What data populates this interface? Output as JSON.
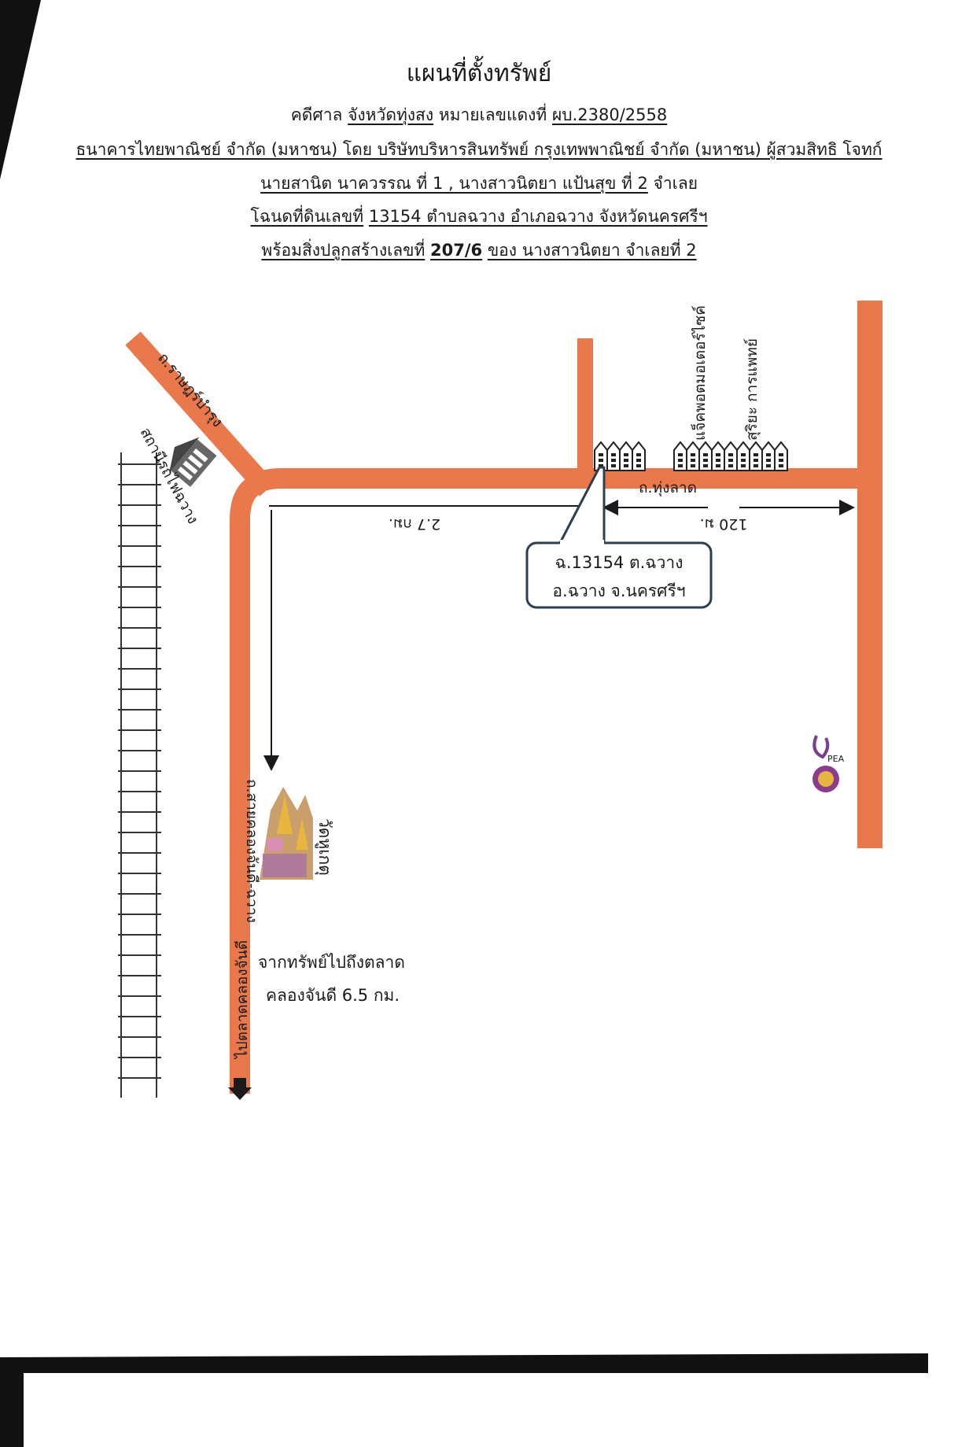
{
  "title": "แผนที่ตั้งทรัพย์",
  "case": {
    "prefix": "คดีศาล",
    "court": "จังหวัดทุ่งสง",
    "number_label": "หมายเลขแดงที่",
    "number": "ผบ.2380/2558"
  },
  "plaintiff_line": "ธนาคารไทยพาณิชย์ จำกัด (มหาชน) โดย บริษัทบริหารสินทรัพย์ กรุงเทพพาณิชย์ จำกัด (มหาชน) ผู้สวมสิทธิ โจทก์",
  "defendants": {
    "text": "นายสานิต นาควรรณ ที่ 1 , นางสาวนิตยา แป้นสุข ที่ 2",
    "suffix": "จำเลย"
  },
  "deed": {
    "label": "โฉนดที่ดินเลขที่",
    "value": "13154 ตำบลฉวาง อำเภอฉวาง จังหวัดนครศรีฯ"
  },
  "building": {
    "label": "พร้อมสิ่งปลูกสร้างเลขที่",
    "number": "207/6",
    "owner": "ของ นางสาวนิตยา จำเลยที่ 2"
  },
  "map": {
    "roads": {
      "ratchada": "ถ.ราษฎร์บำรุง",
      "thung_lat": "ถ.ทุ่งลาด",
      "sai_khlong": "ถ.สายคลองจันดี-ฉวาง",
      "to_market": "ไปตลาดคลองจันดี"
    },
    "places": {
      "station": "สถานีรถไฟฉวาง",
      "wat": "วัดหูเกตุ",
      "motor_shop": "แจ็คพอตมอเตอร์ไซค์",
      "clinic": "สุริยะ การแพทย์"
    },
    "distances": {
      "main": "2.7 กม.",
      "short": "120 ม."
    },
    "callout": {
      "line1": "ฉ.13154 ต.ฉวาง",
      "line2": "อ.ฉวาง จ.นครศรีฯ"
    },
    "market_note": {
      "line1": "จากทรัพย์ไปถึงตลาด",
      "line2": "คลองจันดี 6.5 กม."
    },
    "logo_text": "PEA",
    "colors": {
      "road": "#e9784b",
      "road_dark": "#d8673c",
      "callout_border": "#2c3e50"
    }
  }
}
